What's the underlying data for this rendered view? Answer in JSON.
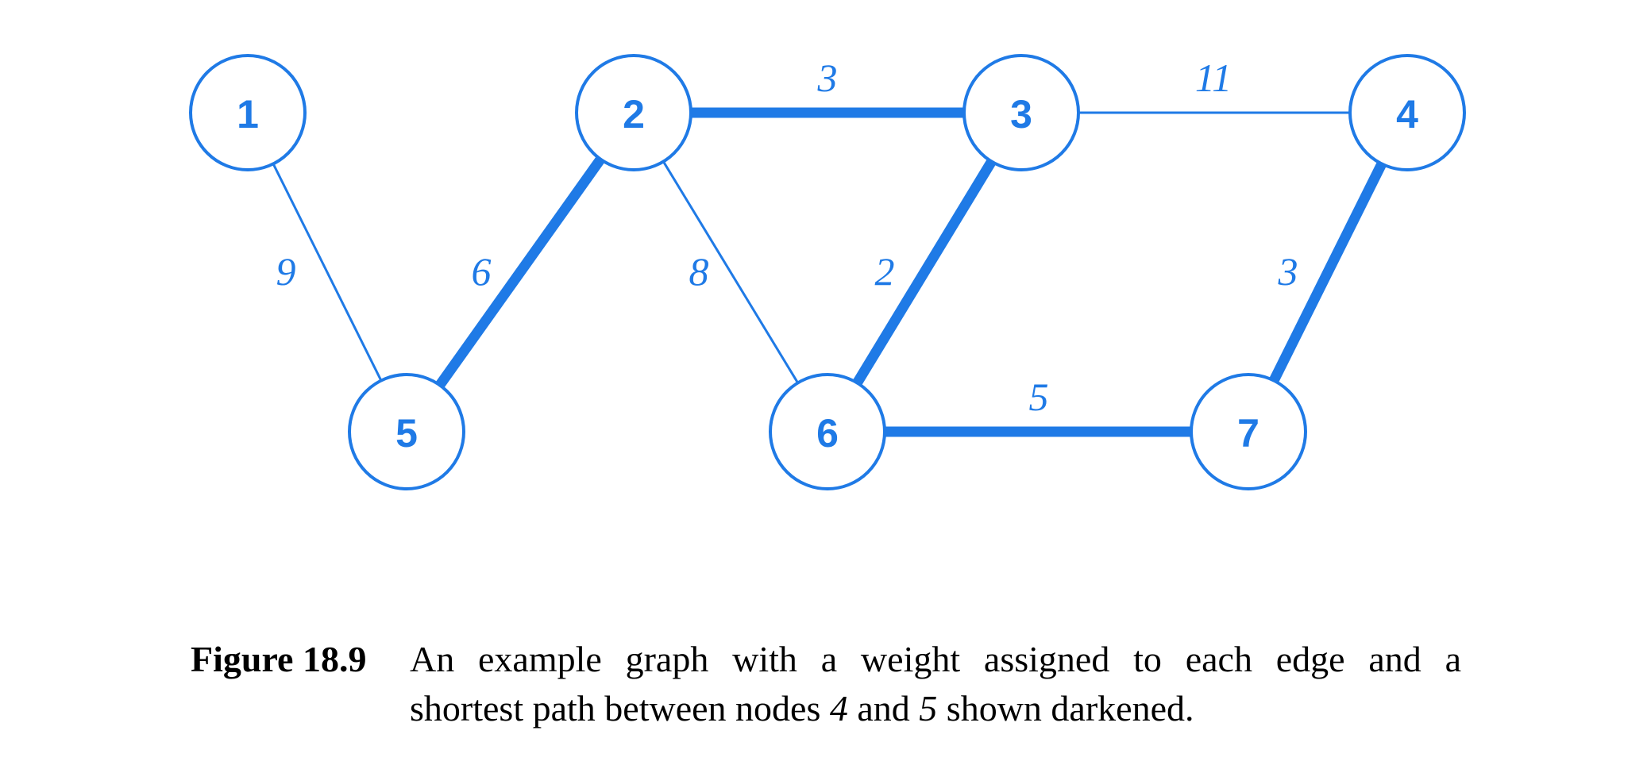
{
  "colors": {
    "accent": "#1f7ae6",
    "text": "#000000"
  },
  "graph": {
    "nodes": [
      {
        "id": "1",
        "label": "1"
      },
      {
        "id": "2",
        "label": "2"
      },
      {
        "id": "3",
        "label": "3"
      },
      {
        "id": "4",
        "label": "4"
      },
      {
        "id": "5",
        "label": "5"
      },
      {
        "id": "6",
        "label": "6"
      },
      {
        "id": "7",
        "label": "7"
      }
    ],
    "edges": [
      {
        "from": "1",
        "to": "5",
        "weight": "9",
        "on_shortest_path": false
      },
      {
        "from": "5",
        "to": "2",
        "weight": "6",
        "on_shortest_path": true
      },
      {
        "from": "2",
        "to": "3",
        "weight": "3",
        "on_shortest_path": true
      },
      {
        "from": "2",
        "to": "6",
        "weight": "8",
        "on_shortest_path": false
      },
      {
        "from": "3",
        "to": "6",
        "weight": "2",
        "on_shortest_path": true
      },
      {
        "from": "3",
        "to": "4",
        "weight": "11",
        "on_shortest_path": false
      },
      {
        "from": "6",
        "to": "7",
        "weight": "5",
        "on_shortest_path": true
      },
      {
        "from": "4",
        "to": "7",
        "weight": "3",
        "on_shortest_path": true
      }
    ]
  },
  "caption": {
    "label": "Figure 18.9",
    "line1": "An example graph with a weight assigned to each edge and a",
    "line2_pre": "shortest path between nodes ",
    "node_a": "4",
    "line2_mid": " and ",
    "node_b": "5",
    "line2_post": " shown darkened."
  }
}
